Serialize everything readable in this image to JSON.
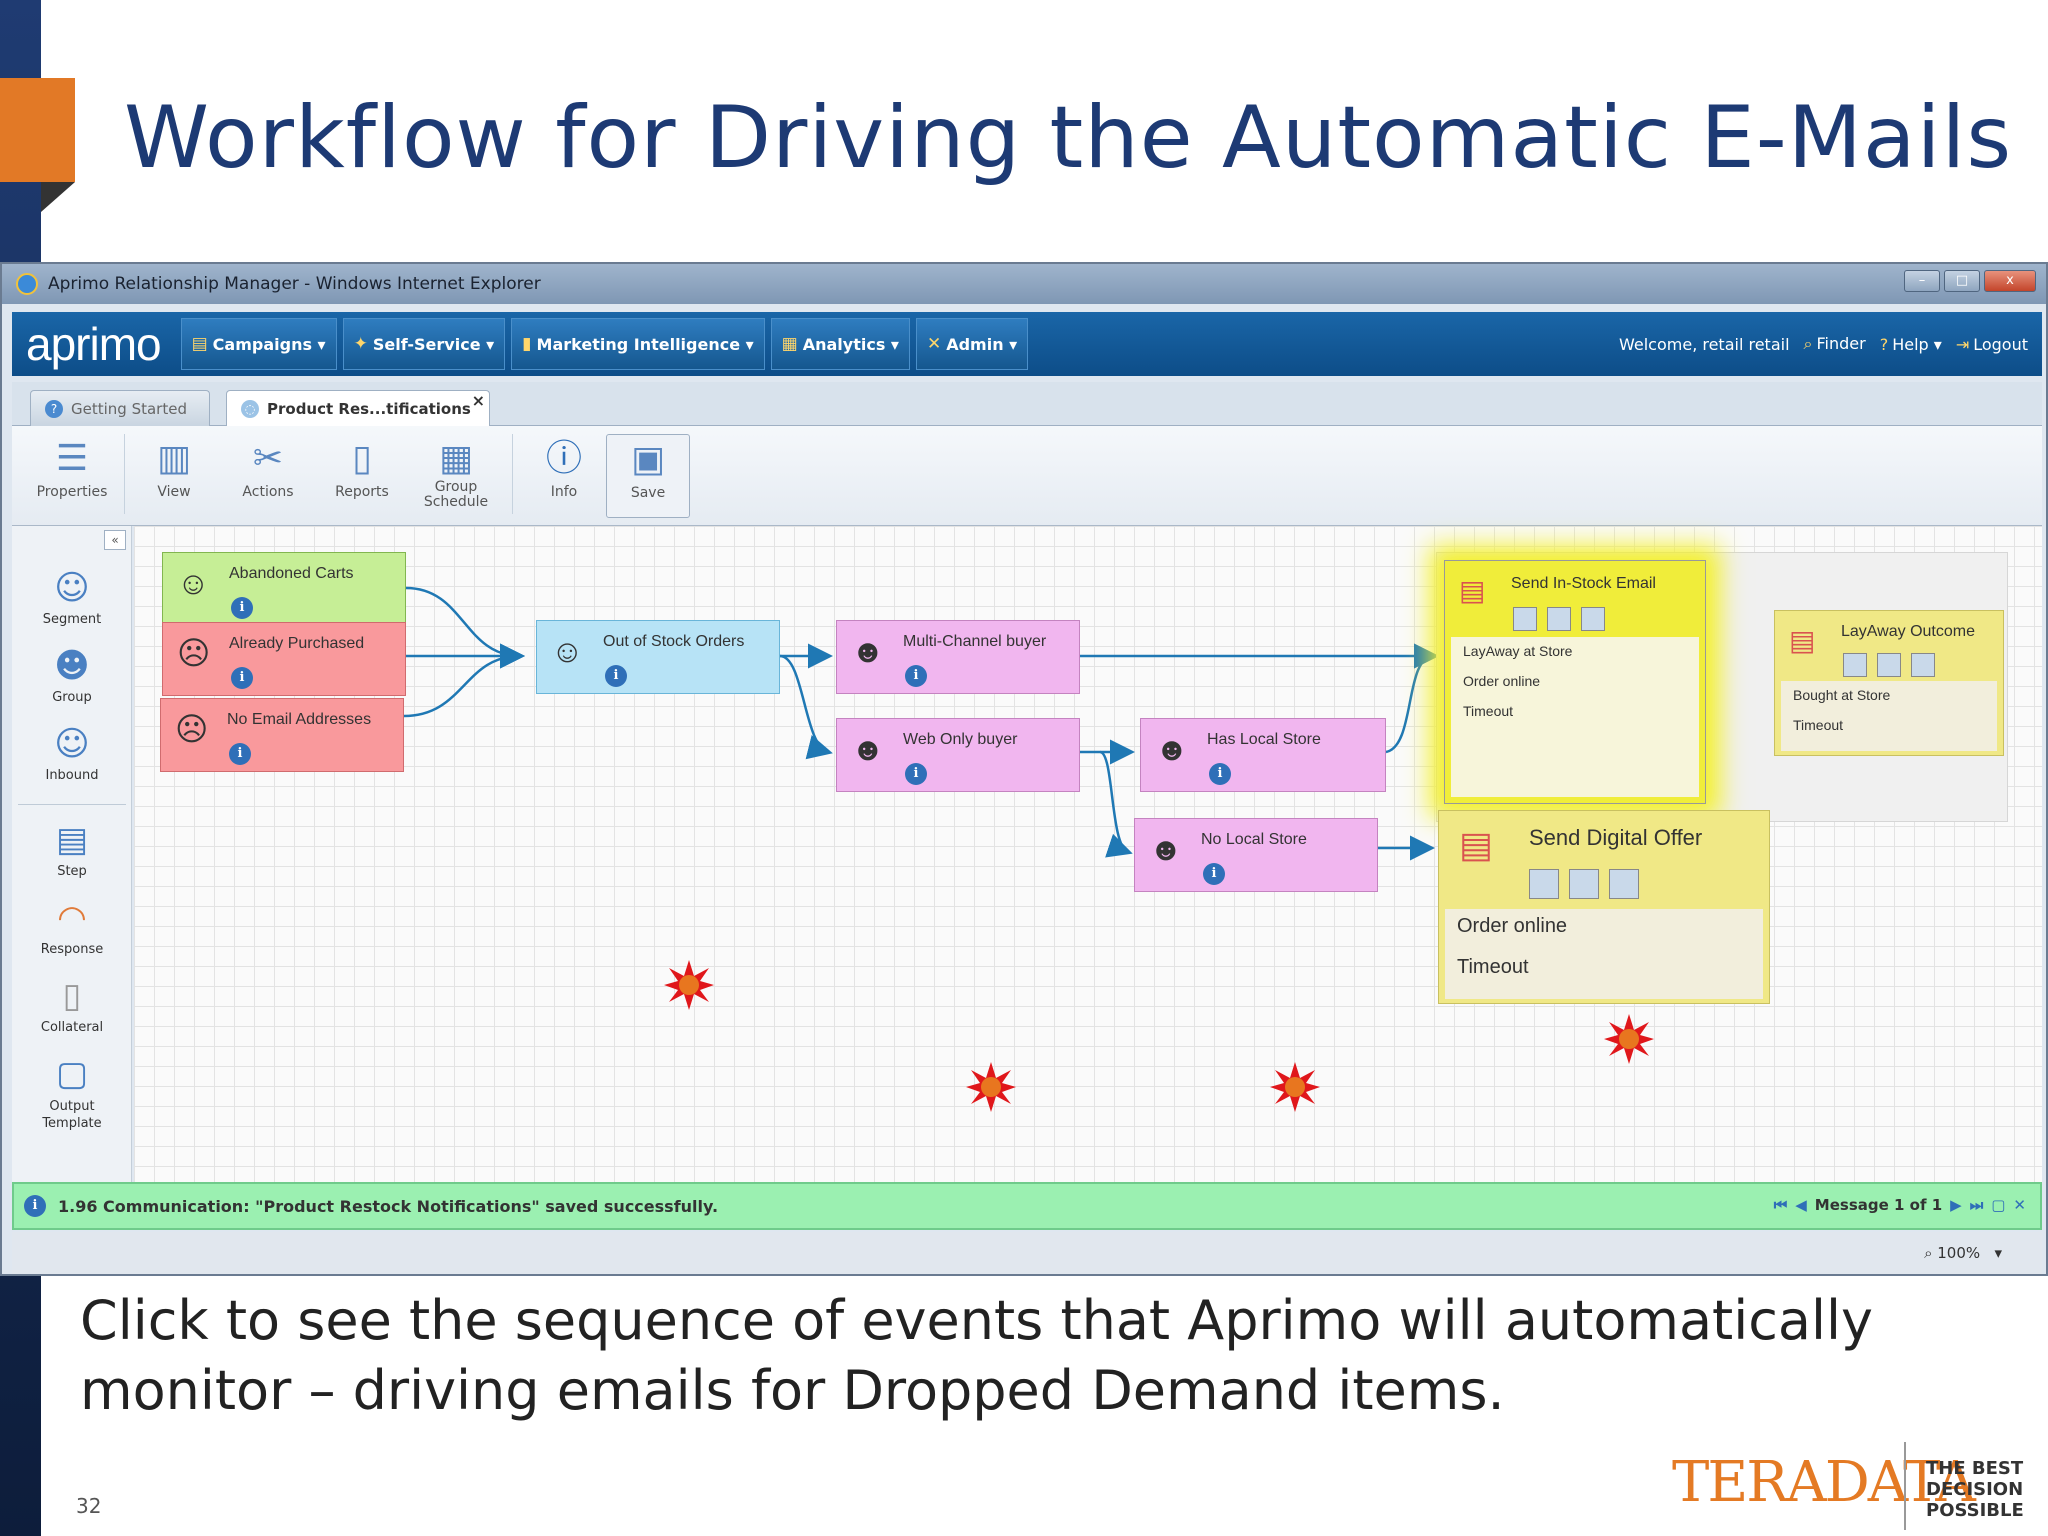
{
  "slide": {
    "title": "Workflow for Driving the Automatic E-Mails",
    "caption": "Click to see the sequence of events that Aprimo will automatically monitor – driving emails for Dropped Demand items.",
    "page_number": "32",
    "logo_text": "TERADATA",
    "tagline": [
      "THE BEST",
      "DECISION",
      "POSSIBLE"
    ]
  },
  "colors": {
    "title": "#1d3a74",
    "accent_orange": "#e27926",
    "nav_blue": "#0d4d88",
    "status_green": "#9bf0b1",
    "node_green": "#c6ee96",
    "node_red": "#f9999c",
    "node_blue": "#b7e3f6",
    "node_pink": "#f1b6ef",
    "node_yellow": "#f0e886",
    "burst_red": "#e0171b"
  },
  "window": {
    "title": "Aprimo Relationship Manager - Windows Internet Explorer",
    "controls": [
      "–",
      "□",
      "x"
    ]
  },
  "nav": {
    "logo": "aprimo",
    "menu": [
      {
        "label": "Campaigns",
        "icon": "campaigns-icon"
      },
      {
        "label": "Self-Service",
        "icon": "self-service-icon"
      },
      {
        "label": "Marketing Intelligence",
        "icon": "chart-icon"
      },
      {
        "label": "Analytics",
        "icon": "analytics-icon"
      },
      {
        "label": "Admin",
        "icon": "tools-icon"
      }
    ],
    "welcome": "Welcome, retail retail",
    "finder": "Finder",
    "help": "Help",
    "logout": "Logout"
  },
  "tabs": [
    {
      "label": "Getting Started",
      "active": false
    },
    {
      "label": "Product Res...tifications",
      "active": true
    }
  ],
  "toolbar": {
    "properties": "Properties",
    "view": "View",
    "actions": "Actions",
    "reports": "Reports",
    "group_schedule_1": "Group",
    "group_schedule_2": "Schedule",
    "info": "Info",
    "save": "Save"
  },
  "palette": {
    "segment": "Segment",
    "group": "Group",
    "inbound": "Inbound",
    "step": "Step",
    "response": "Response",
    "collateral": "Collateral",
    "output_template_1": "Output",
    "output_template_2": "Template"
  },
  "workflow": {
    "abandoned_carts": "Abandoned Carts",
    "already_purchased": "Already Purchased",
    "no_email": "No Email Addresses",
    "out_of_stock": "Out of Stock Orders",
    "multi_channel": "Multi-Channel buyer",
    "web_only": "Web Only buyer",
    "has_local_store": "Has Local Store",
    "no_local_store": "No Local Store",
    "send_instock": {
      "title": "Send In-Stock Email",
      "rows": [
        "LayAway at Store",
        "Order online",
        "Timeout"
      ]
    },
    "layaway_outcome": {
      "title": "LayAway Outcome",
      "rows": [
        "Bought at Store",
        "Timeout"
      ]
    },
    "send_digital": {
      "title": "Send Digital Offer",
      "rows": [
        "Order online",
        "Timeout"
      ]
    }
  },
  "status": {
    "message": "1.96 Communication: \"Product Restock Notifications\" saved successfully.",
    "nav": "Message 1 of 1",
    "zoom": "100%"
  }
}
